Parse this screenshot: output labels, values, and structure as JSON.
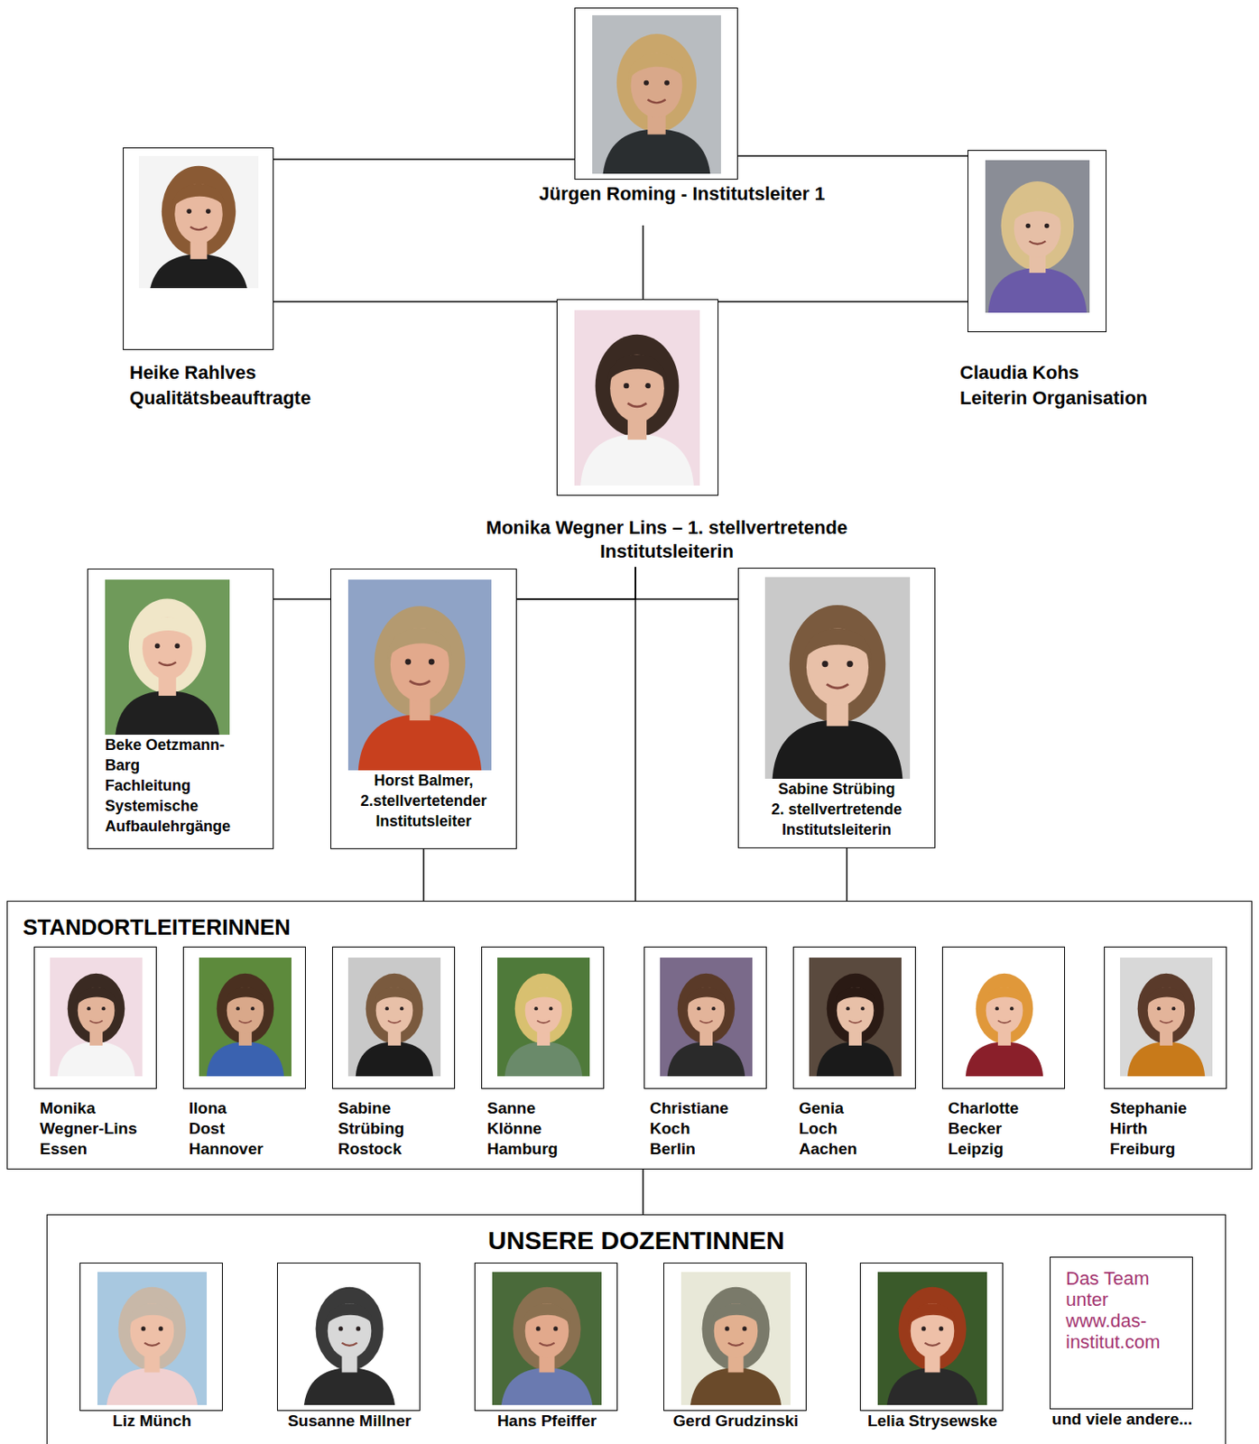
{
  "diagram": {
    "nodes": [
      {
        "text": [
          "Jürgen Roming - Institutsleiter 1"
        ]
      },
      {
        "text": [
          "Heike Rahlves",
          "Qualitätsbeauftragte"
        ]
      },
      {
        "text": [
          "Claudia Kohs",
          "Leiterin Organisation"
        ]
      },
      {
        "text": [
          "Monika Wegner Lins – 1. stellvertretende Institutsleiterin"
        ]
      },
      {
        "text": [
          "Beke Oetzmann-Barg",
          "Fachleitung Systemische Aufbaulehrgänge"
        ]
      },
      {
        "text": [
          "Horst Balmer,",
          "2.stellvertetender Institutsleiter"
        ]
      },
      {
        "text": [
          "Sabine Strübing",
          "2. stellvertretende Institutsleiterin"
        ]
      },
      {
        "text": [
          "STANDORTLEITERINNEN"
        ]
      },
      {
        "text": [
          "Monika Wegner-Lins Essen"
        ],
        "in": 7
      },
      {
        "text": [
          "Ilona Dost Hannover"
        ],
        "in": 7
      },
      {
        "text": [
          "Sabine Strübing Rostock"
        ],
        "in": 7
      },
      {
        "text": [
          "Sanne Klönne Hamburg"
        ],
        "in": 7
      },
      {
        "text": [
          "Christiane Koch Berlin"
        ],
        "in": 7
      },
      {
        "text": [
          "Genia Loch Aachen"
        ],
        "in": 7
      },
      {
        "text": [
          "Charlotte Becker Leipzig"
        ],
        "in": 7
      },
      {
        "text": [
          "Stephanie Hirth Freiburg"
        ],
        "in": 7
      },
      {
        "text": [
          "UNSERE DOZENTINNEN"
        ]
      },
      {
        "text": [
          "Liz Münch"
        ],
        "in": 16
      },
      {
        "text": [
          "Susanne Millner"
        ],
        "in": 16
      },
      {
        "text": [
          "Hans Pfeiffer"
        ],
        "in": 16
      },
      {
        "text": [
          "Gerd Grudzinski"
        ],
        "in": 16
      },
      {
        "text": [
          "Lelia Strysewske"
        ],
        "in": 16
      },
      {
        "text": [
          "Das Team unter www.das-institut.com",
          "und viele andere..."
        ],
        "in": 16
      }
    ],
    "edges": [
      {
        "from": 0,
        "to": 1,
        "arrow": "none"
      },
      {
        "from": 0,
        "to": 2,
        "arrow": "none"
      },
      {
        "from": 0,
        "to": 3,
        "arrow": "none"
      },
      {
        "from": 1,
        "to": 3,
        "arrow": "none"
      },
      {
        "from": 3,
        "to": 2,
        "arrow": "none"
      },
      {
        "from": 3,
        "to": 4,
        "arrow": "none"
      },
      {
        "from": 3,
        "to": 5,
        "arrow": "none"
      },
      {
        "from": 3,
        "to": 6,
        "arrow": "none"
      },
      {
        "from": 3,
        "to": 7,
        "arrow": "none"
      },
      {
        "from": 5,
        "to": 7,
        "arrow": "none"
      },
      {
        "from": 6,
        "to": 7,
        "arrow": "none"
      },
      {
        "from": 7,
        "to": 16,
        "arrow": "none"
      }
    ]
  }
}
